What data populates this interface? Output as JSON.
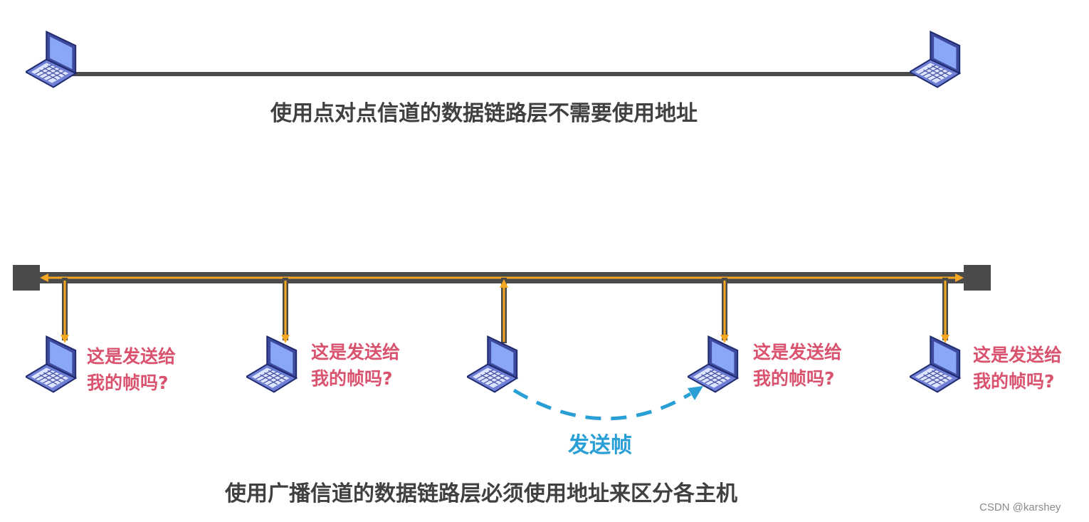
{
  "top": {
    "caption": "使用点对点信道的数据链路层不需要使用地址"
  },
  "bottom": {
    "caption": "使用广播信道的数据链路层必须使用地址来区分各主机",
    "send_label": "发送帧",
    "question_line1": "这是发送给",
    "question_line2": "我的帧吗?"
  },
  "watermark": "CSDN @karshey",
  "colors": {
    "cable": "#4a4a4a",
    "signal": "#f5a623",
    "question": "#d9536f",
    "send": "#2a9fd6",
    "caption": "#404040"
  }
}
